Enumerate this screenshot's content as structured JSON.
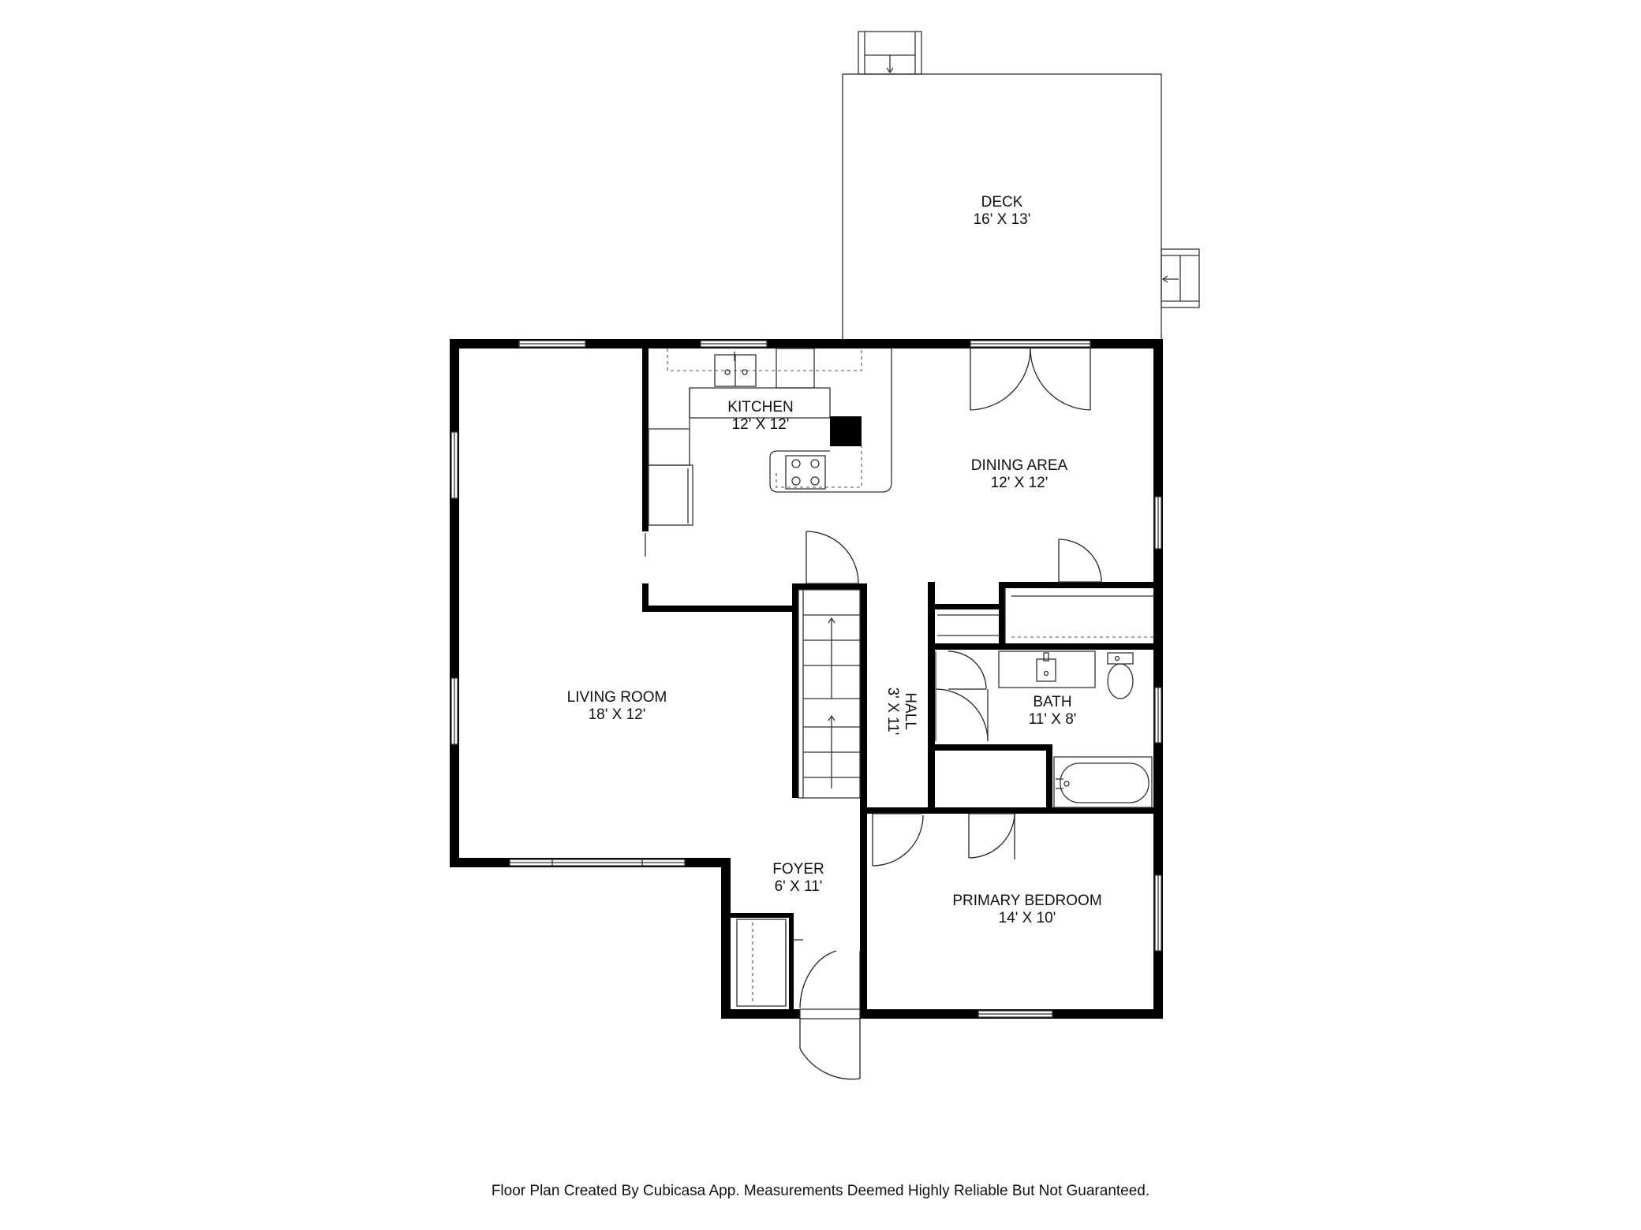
{
  "rooms": {
    "deck": {
      "name": "DECK",
      "size": "16' X 13'"
    },
    "kitchen": {
      "name": "KITCHEN",
      "size": "12' X 12'"
    },
    "dining": {
      "name": "DINING AREA",
      "size": "12' X 12'"
    },
    "living": {
      "name": "LIVING ROOM",
      "size": "18' X 12'"
    },
    "hall": {
      "name": "HALL",
      "size": "3' X 11'"
    },
    "bath": {
      "name": "BATH",
      "size": "11' X 8'"
    },
    "foyer": {
      "name": "FOYER",
      "size": "6' X 11'"
    },
    "bedroom": {
      "name": "PRIMARY BEDROOM",
      "size": "14' X 10'"
    }
  },
  "footer": {
    "text": "Floor Plan Created By Cubicasa App. Measurements Deemed Highly Reliable But Not Guaranteed."
  },
  "colors": {
    "wall": "#000000",
    "background": "#ffffff",
    "line": "#333333"
  }
}
